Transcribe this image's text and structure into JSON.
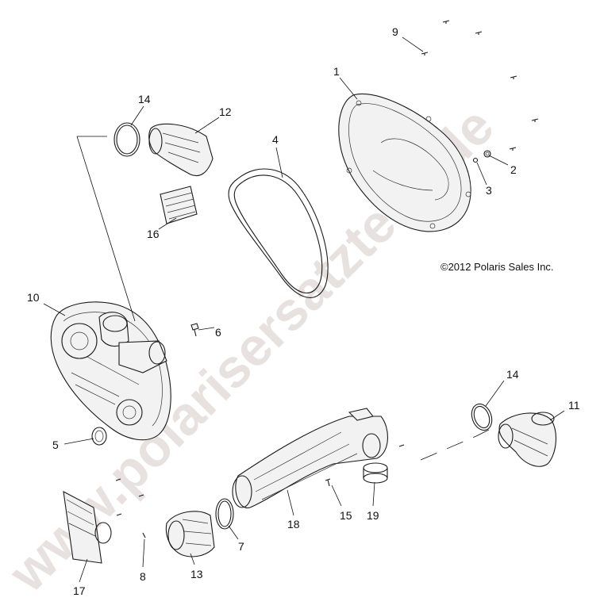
{
  "watermark": "www.polarisersatzteile.de",
  "copyright": "©2012 Polaris Sales Inc.",
  "callouts": {
    "c1": "1",
    "c2": "2",
    "c3": "3",
    "c4": "4",
    "c5": "5",
    "c6": "6",
    "c7": "7",
    "c8": "8",
    "c9": "9",
    "c10": "10",
    "c11": "11",
    "c12": "12",
    "c13": "13",
    "c14a": "14",
    "c14b": "14",
    "c15": "15",
    "c16": "16",
    "c17": "17",
    "c18": "18",
    "c19": "19"
  }
}
